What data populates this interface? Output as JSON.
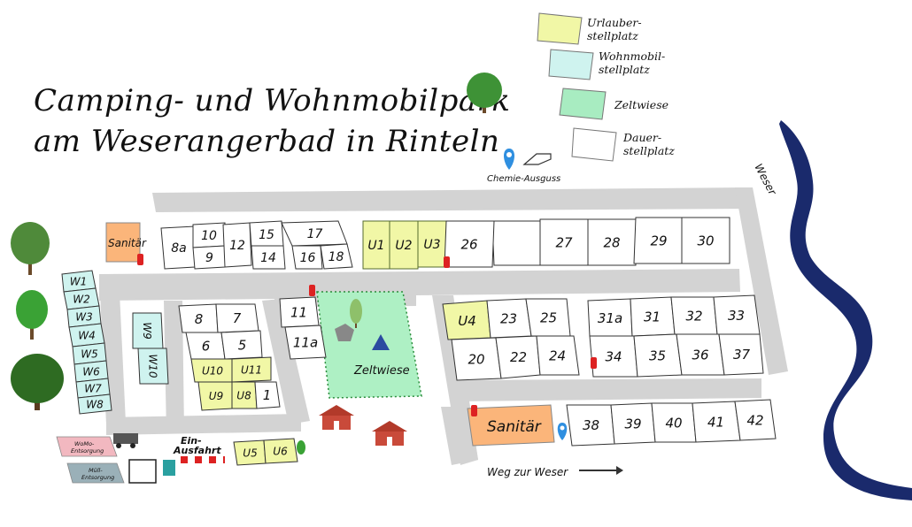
{
  "title": {
    "line1": "Camping- und Wohnmobilpark",
    "line2": "am Weserangerbad in Rinteln"
  },
  "legend": [
    {
      "line1": "Urlauber-",
      "line2": "stellplatz",
      "color": "#f1f7a6"
    },
    {
      "line1": "Wohnmobil-",
      "line2": "stellplatz",
      "color": "#cff3ef"
    },
    {
      "line1": "Zeltwiese",
      "line2": "",
      "color": "#a8ecc1"
    },
    {
      "line1": "Dauer-",
      "line2": "stellplatz",
      "color": "#ffffff"
    }
  ],
  "labels": {
    "river": "Weser",
    "chemie": "Chemie-Ausguss",
    "zeltwiese": "Zeltwiese",
    "sanitaer_top": "Sanitär",
    "sanitaer_bottom": "Sanitär",
    "weg": "Weg zur Weser",
    "ein": "Ein-",
    "ausfahrt": "Ausfahrt",
    "womo1": "WoMo-",
    "womo2": "Entsorgung",
    "muell1": "Müll-",
    "muell2": "Entsorgung"
  },
  "lots": {
    "top_row": [
      "8a",
      "10",
      "9",
      "12",
      "15",
      "14",
      "17",
      "16",
      "18"
    ],
    "urlauber_top": [
      "U1",
      "U2",
      "U3"
    ],
    "top_right": [
      "26",
      "27",
      "28",
      "29",
      "30"
    ],
    "west_w": [
      "W1",
      "W2",
      "W3",
      "W4",
      "W5",
      "W6",
      "W7",
      "W8"
    ],
    "west_w2": [
      "W9",
      "W10"
    ],
    "block_a": [
      "8",
      "7",
      "6",
      "5",
      "U10",
      "U11",
      "U9",
      "U8",
      "1"
    ],
    "block_b": [
      "11",
      "11a"
    ],
    "block_c": [
      "U4",
      "23",
      "25",
      "20",
      "22",
      "24"
    ],
    "block_d": [
      "31a",
      "31",
      "32",
      "33",
      "34",
      "35",
      "36",
      "37"
    ],
    "block_e": [
      "38",
      "39",
      "40",
      "41",
      "42"
    ],
    "u_bottom": [
      "U5",
      "U6"
    ]
  },
  "colors": {
    "road": "#d3d3d3",
    "river": "#1a2a6c",
    "urlauber": "#f1f7a6",
    "wohnmobil": "#cff3ef",
    "zeltwiese": "#aef0c4",
    "sanitaer": "#fbb57a",
    "marker": "#2f8fe0"
  },
  "icons": [
    "tree-icon",
    "map-pin-icon",
    "fire-extinguisher-icon",
    "house-icon",
    "tent-icon",
    "camper-icon",
    "trash-icon",
    "barrier-icon",
    "arrow-right-icon"
  ]
}
